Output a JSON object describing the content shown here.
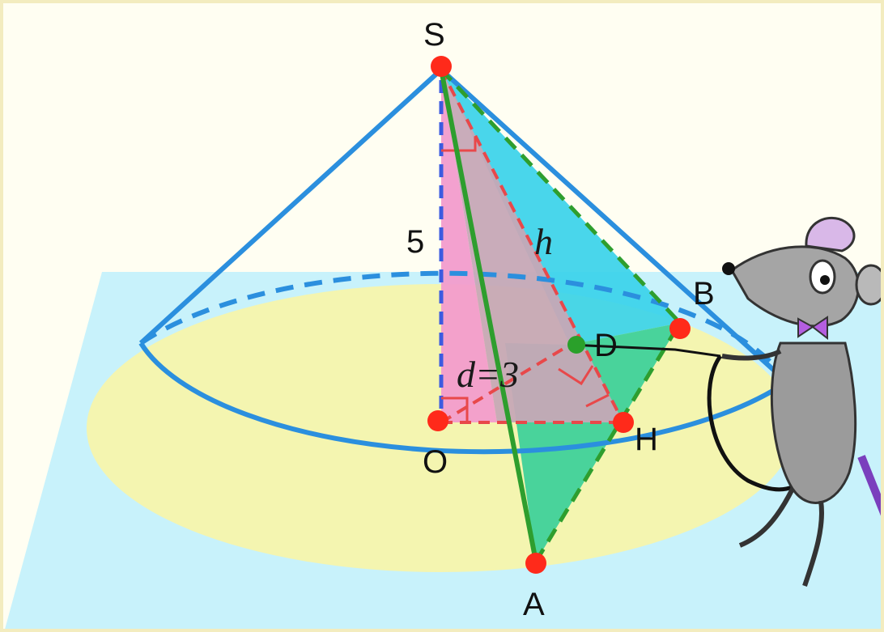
{
  "diagram": {
    "points": {
      "S": "S",
      "O": "O",
      "A": "A",
      "B": "B",
      "H": "H",
      "D": "D"
    },
    "measures": {
      "height": "5",
      "slant": "h",
      "distance": "d=3"
    }
  },
  "colors": {
    "plane": "#c8f2fb",
    "base_ellipse": "#f4f5b0",
    "cone_edge": "#2b8fde",
    "face_cyan": "#39d2ea",
    "face_green": "#3fd19a",
    "face_pink": "#f29ccc",
    "face_grey": "#c6a8b6",
    "segment_green": "#2e9e2e",
    "construction_red": "#e8484a",
    "point_red": "#ff2a1a",
    "point_green": "#2aa02a"
  },
  "icons": [
    "mouse-mascot-icon"
  ]
}
